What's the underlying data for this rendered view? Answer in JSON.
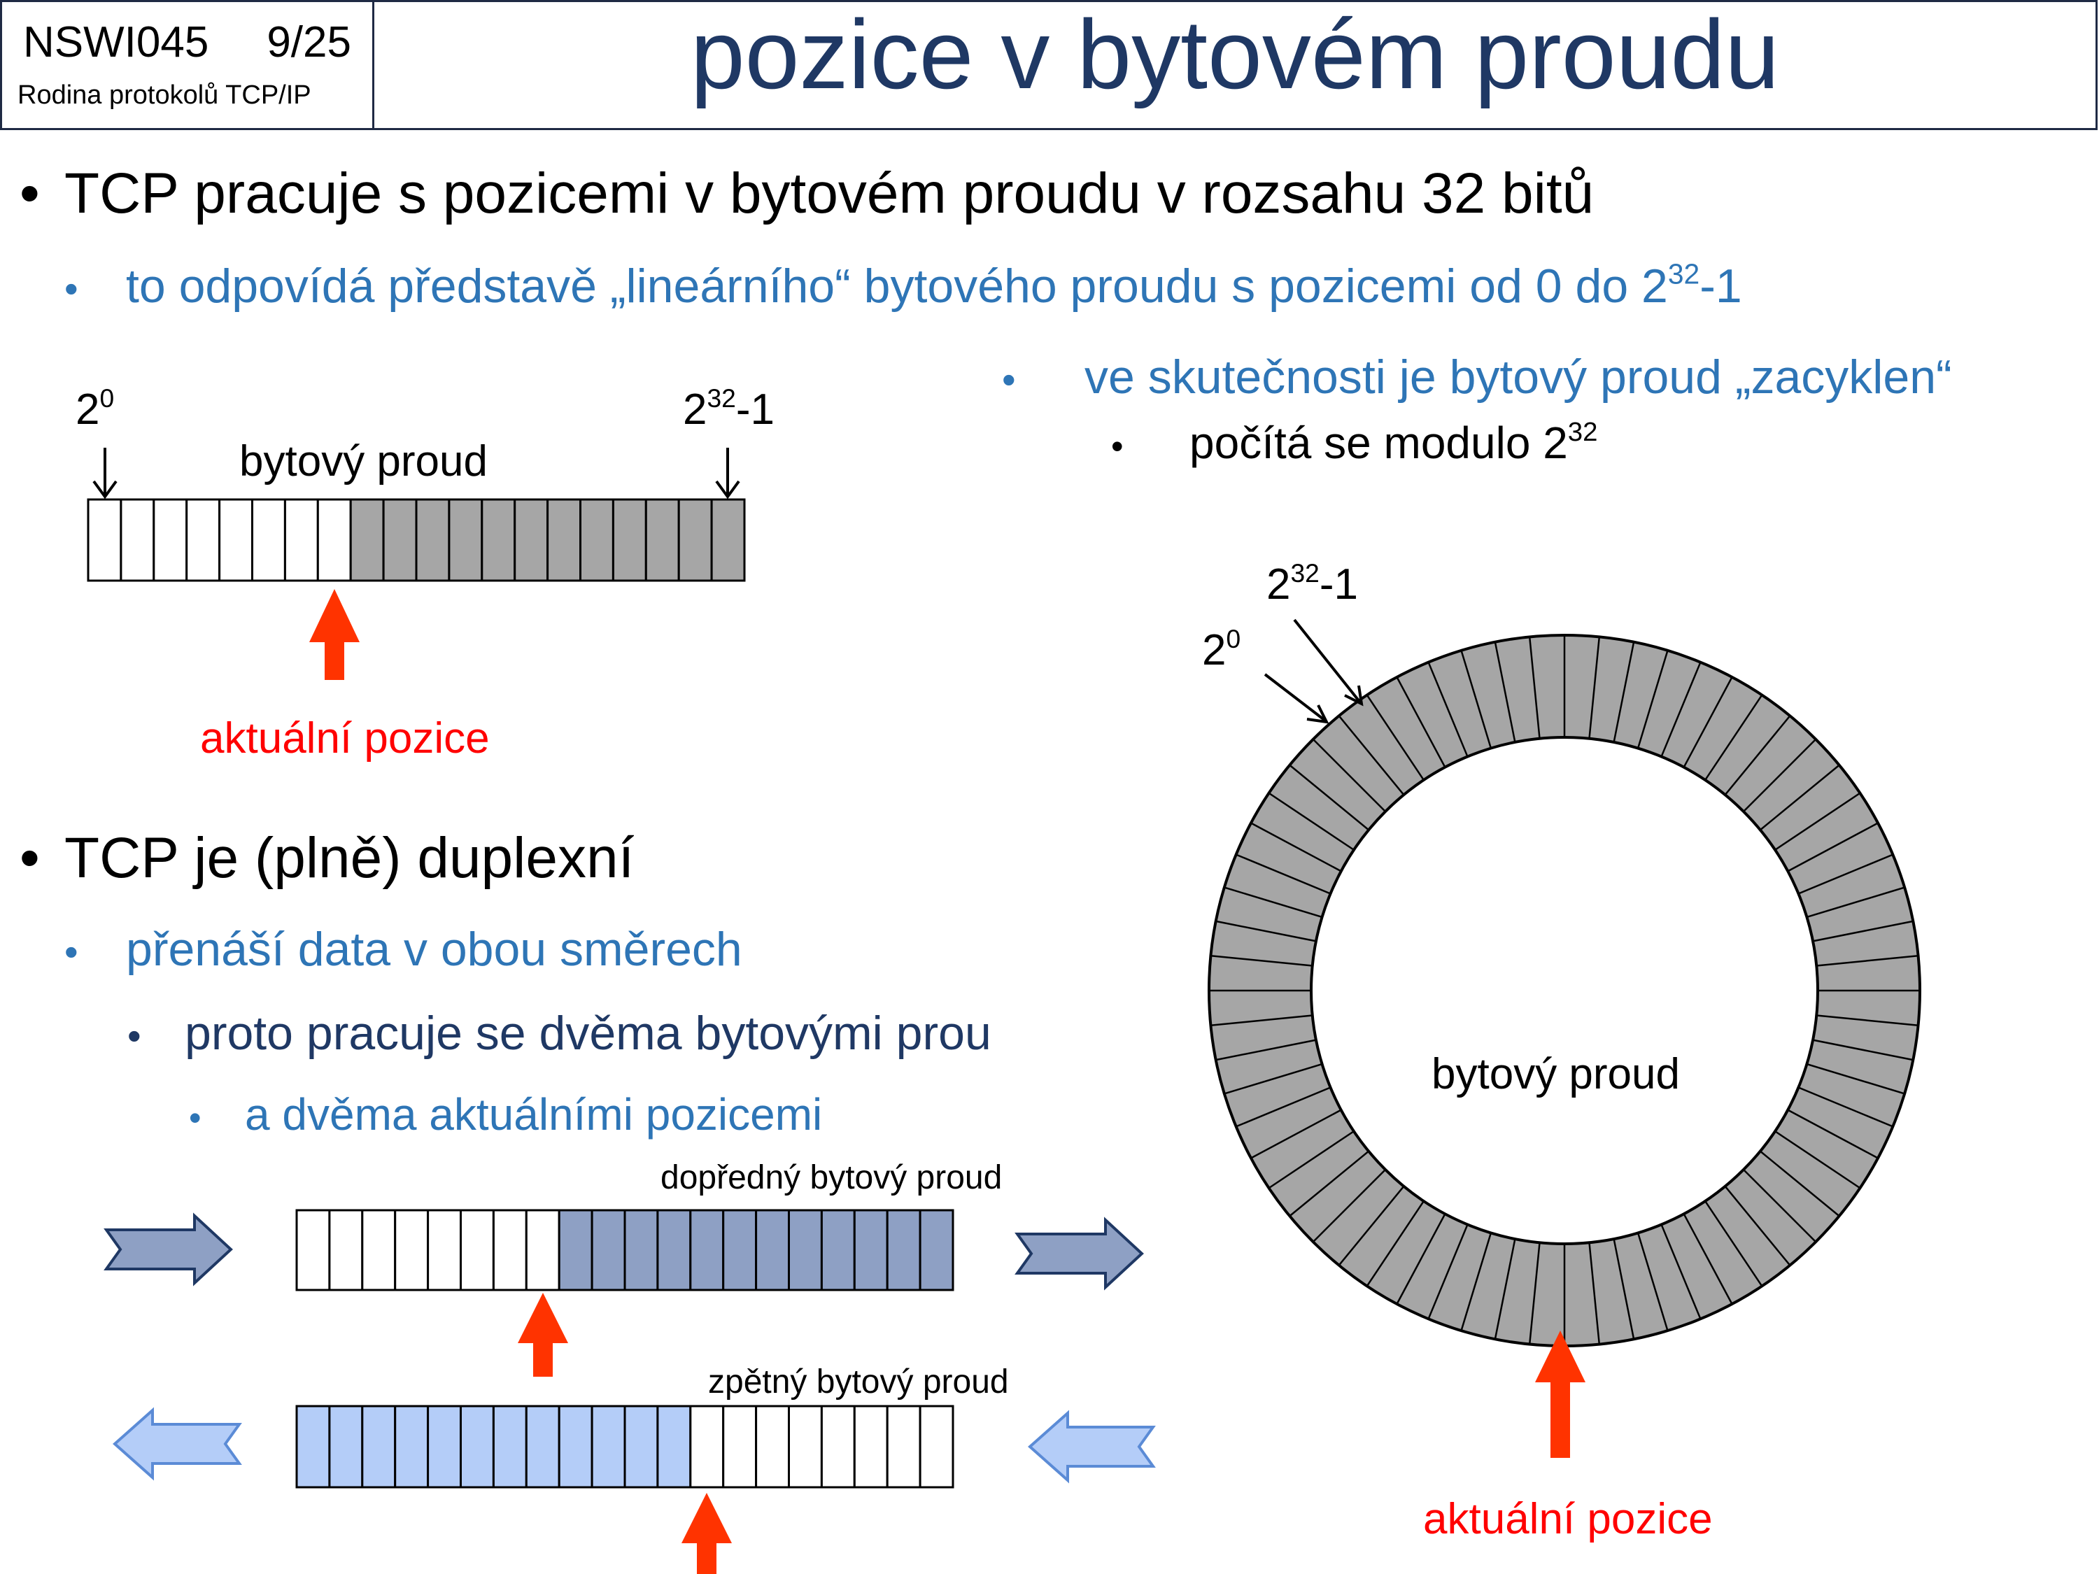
{
  "header": {
    "course_code": "NSWI045",
    "page": "9/25",
    "course_subtitle": "Rodina protokolů TCP/IP",
    "title": "pozice v bytovém proudu"
  },
  "bullets": {
    "b1": "TCP pracuje s pozicemi v bytovém proudu v rozsahu 32 bitů",
    "b1_1_pre": "to odpovídá představě „lineárního“ bytového proudu s pozicemi od 0 do 2",
    "b1_1_sup": "32",
    "b1_1_post": "-1",
    "b1_2": "ve skutečnosti je bytový proud „zacyklen“",
    "b1_2_1_pre": "počítá se modulo 2",
    "b1_2_1_sup": "32",
    "b2": "TCP je (plně) duplexní",
    "b2_1": "přenáší data v obou směrech",
    "b2_1_1": "proto pracuje se dvěma bytovými prou",
    "b2_1_1_1": "a dvěma aktuálními pozicemi"
  },
  "linear_diagram": {
    "start_base": "2",
    "start_exp": "0",
    "end_base": "2",
    "end_exp": "32",
    "end_suffix": "-1",
    "stream_label": "bytový proud",
    "current_label": "aktuální pozice"
  },
  "ring_diagram": {
    "start_base": "2",
    "start_exp": "0",
    "end_base": "2",
    "end_exp": "32",
    "end_suffix": "-1",
    "stream_label": "bytový proud",
    "current_label": "aktuální pozice"
  },
  "duplex_diagram": {
    "forward_label": "dopředný bytový proud",
    "backward_label": "zpětný bytový proud"
  },
  "colors": {
    "title": "#1f3864",
    "accent_blue": "#2e75b6",
    "dark_blue": "#1f3864",
    "red": "#ff0000",
    "arrow_orange": "#ff3300",
    "filled_gray": "#a6a6a6",
    "forward_fill": "#8ea0c4",
    "backward_fill": "#b4cdf8"
  }
}
